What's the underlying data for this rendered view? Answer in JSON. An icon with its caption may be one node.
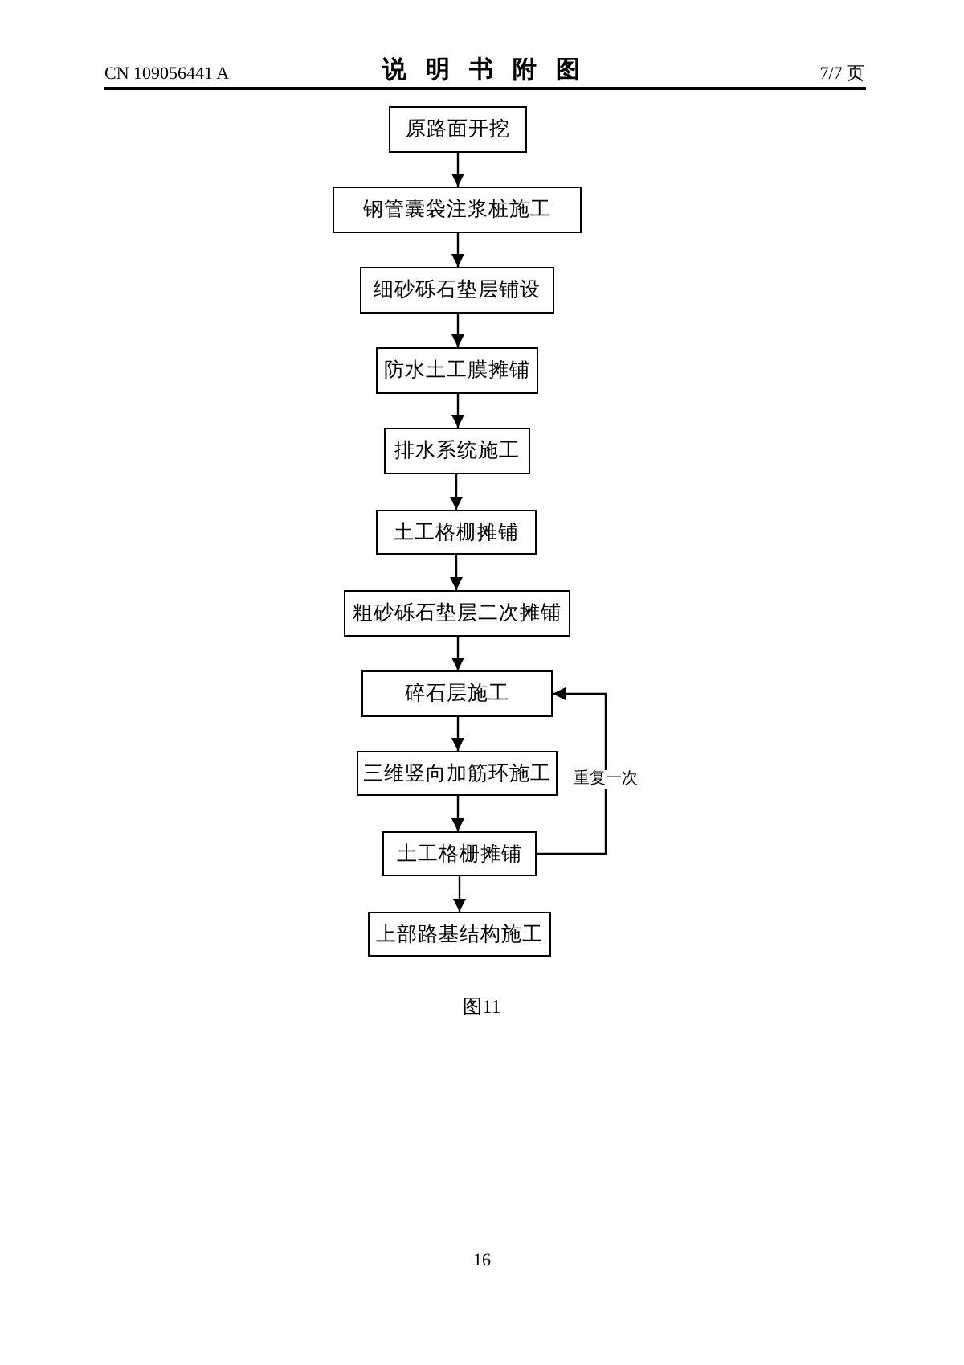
{
  "diagram": {
    "title": "说明书附图",
    "caption": "图11",
    "nodes": [
      {
        "text": [
          "原路面开挖"
        ]
      },
      {
        "text": [
          "钢管囊袋注浆桩施工"
        ]
      },
      {
        "text": [
          "细砂砾石垫层铺设"
        ]
      },
      {
        "text": [
          "防水土工膜摊铺"
        ]
      },
      {
        "text": [
          "排水系统施工"
        ]
      },
      {
        "text": [
          "土工格栅摊铺"
        ]
      },
      {
        "text": [
          "粗砂砾石垫层二次摊铺"
        ]
      },
      {
        "text": [
          "碎石层施工"
        ]
      },
      {
        "text": [
          "三维竖向加筋环施工"
        ]
      },
      {
        "text": [
          "土工格栅摊铺"
        ]
      },
      {
        "text": [
          "上部路基结构施工"
        ]
      }
    ],
    "edges": [
      {
        "from": 0,
        "to": 1,
        "arrow": "to"
      },
      {
        "from": 1,
        "to": 2,
        "arrow": "to"
      },
      {
        "from": 2,
        "to": 3,
        "arrow": "to"
      },
      {
        "from": 3,
        "to": 4,
        "arrow": "to"
      },
      {
        "from": 4,
        "to": 5,
        "arrow": "to"
      },
      {
        "from": 5,
        "to": 6,
        "arrow": "to"
      },
      {
        "from": 6,
        "to": 7,
        "arrow": "to"
      },
      {
        "from": 7,
        "to": 8,
        "arrow": "to"
      },
      {
        "from": 8,
        "to": 9,
        "arrow": "to"
      },
      {
        "from": 9,
        "to": 10,
        "arrow": "to"
      },
      {
        "from": 9,
        "to": 7,
        "arrow": "to",
        "label": "重复一次"
      }
    ],
    "labels": [
      "CN 109056441 A",
      "7/7 页",
      "16"
    ]
  }
}
